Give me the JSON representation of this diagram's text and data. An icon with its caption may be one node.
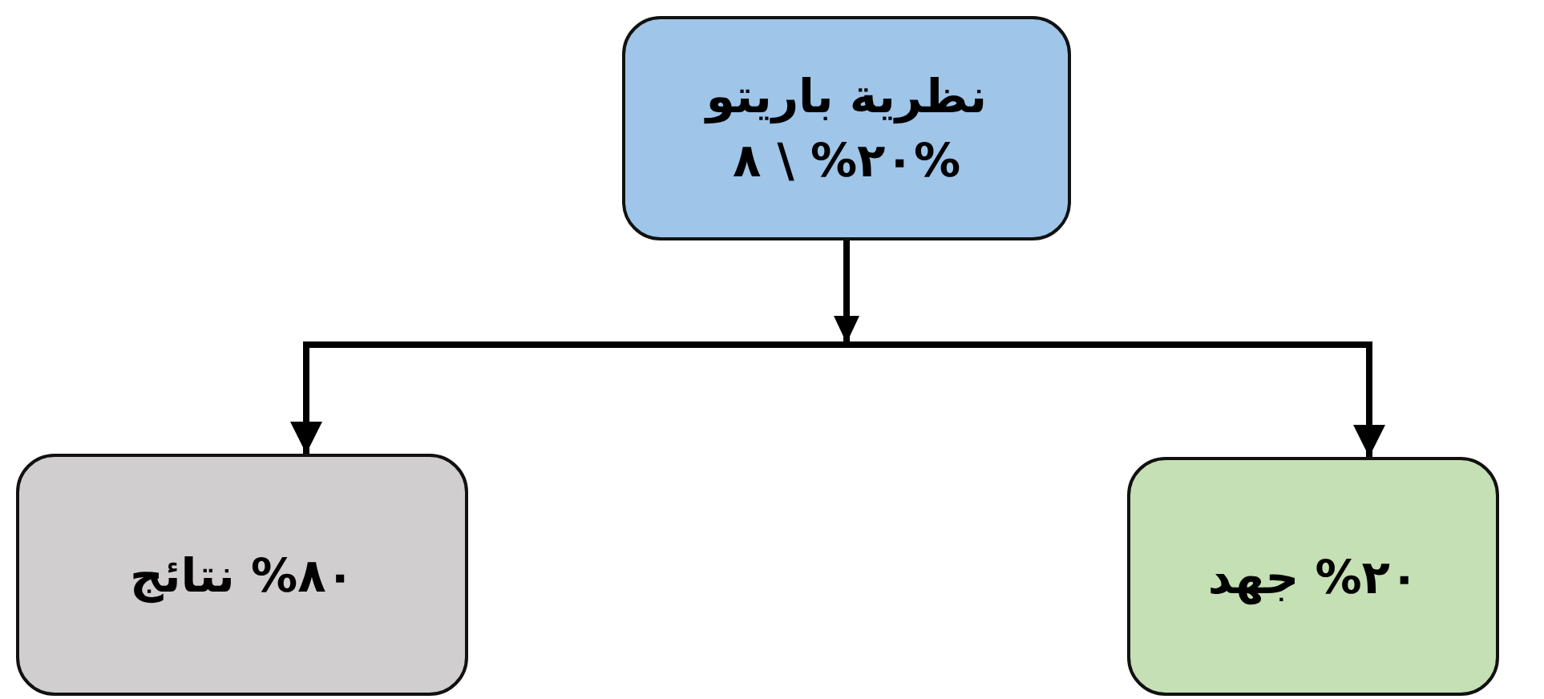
{
  "diagram": {
    "nodes": [
      {
        "text": [
          "نظرية باريتو",
          "٢٠% \\ ٨%"
        ]
      },
      {
        "text": [
          "٨٠% نتائج"
        ]
      },
      {
        "text": [
          "٢٠% جهد"
        ]
      }
    ],
    "edges": [
      {
        "from": 0,
        "to": 1,
        "arrow": "to"
      },
      {
        "from": 0,
        "to": 2,
        "arrow": "to"
      }
    ]
  }
}
